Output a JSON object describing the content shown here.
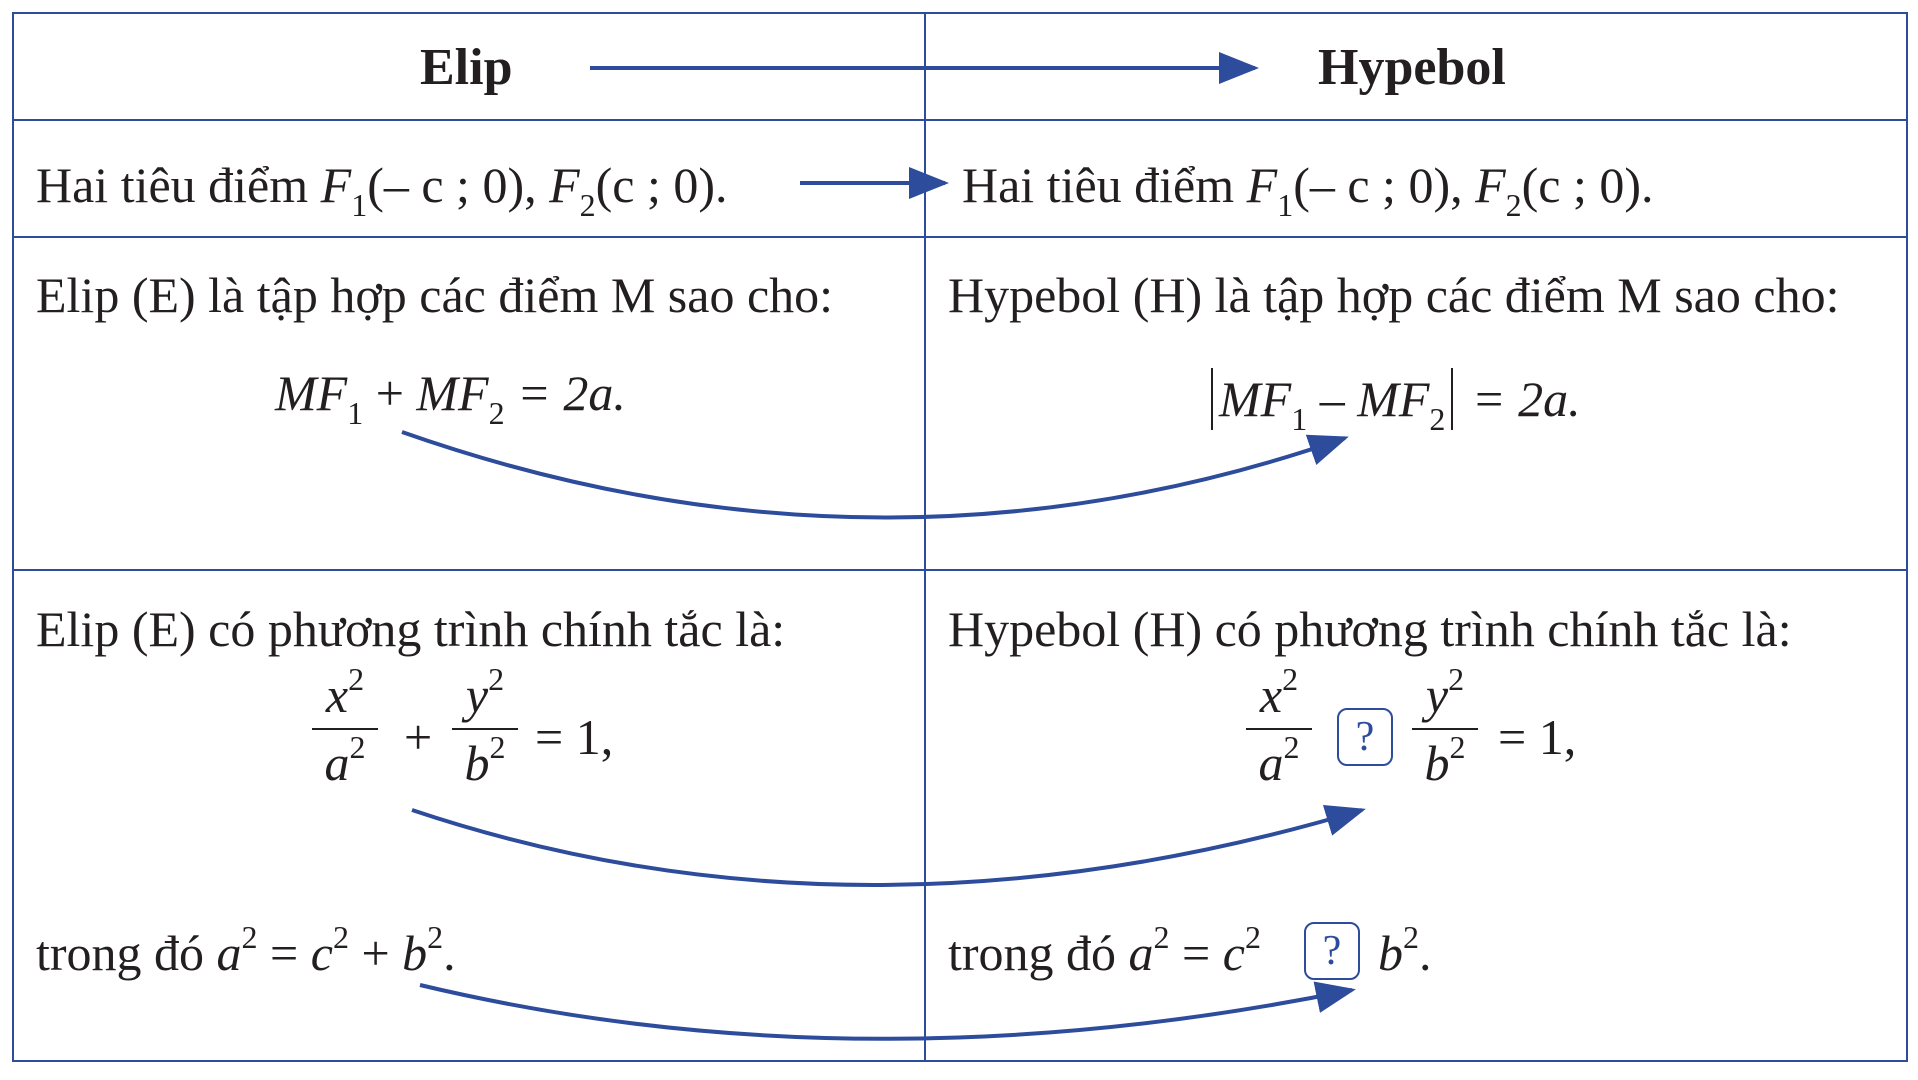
{
  "header": {
    "left": "Elip",
    "right": "Hypebol"
  },
  "colors": {
    "border": "#2e4c9c",
    "arrow": "#2e4c9c",
    "text": "#231f20"
  },
  "row_foci": {
    "left": {
      "prefix": "Hai tiêu điểm ",
      "f1": "F",
      "f1_sub": "1",
      "f1_args": "(– c ; 0), ",
      "f2": "F",
      "f2_sub": "2",
      "f2_args": "(c ; 0)."
    },
    "right": {
      "prefix": "Hai tiêu điểm ",
      "f1": "F",
      "f1_sub": "1",
      "f1_args": "(– c ; 0), ",
      "f2": "F",
      "f2_sub": "2",
      "f2_args": "(c ; 0)."
    }
  },
  "row_definition": {
    "left_text": "Elip (E) là tập hợp các điểm M sao cho:",
    "left_formula": {
      "a": "MF",
      "a_sub": "1",
      "op": " + ",
      "b": "MF",
      "b_sub": "2",
      "rhs": " = 2a."
    },
    "right_text": "Hypebol (H) là tập hợp các điểm M sao cho:",
    "right_formula": {
      "a": "MF",
      "a_sub": "1",
      "op": " – ",
      "b": "MF",
      "b_sub": "2",
      "rhs": " = 2a."
    }
  },
  "row_equation": {
    "left_text": "Elip (E) có phương trình chính tắc là:",
    "right_text": "Hypebol (H) có phương trình chính tắc là:",
    "x_num": "x",
    "x_den": "a",
    "y_num": "y",
    "y_den": "b",
    "exp": "2",
    "left_op": "+",
    "unknown": "?",
    "rhs": "= 1,",
    "left_relation": {
      "prefix": "trong đó ",
      "a": "a",
      "eq": " = ",
      "c": "c",
      "op": " + ",
      "b": "b",
      "exp": "2",
      "end": "."
    },
    "right_relation": {
      "prefix": "trong đó ",
      "a": "a",
      "eq": " = ",
      "c": "c",
      "b": "b",
      "exp": "2",
      "end": "."
    }
  }
}
